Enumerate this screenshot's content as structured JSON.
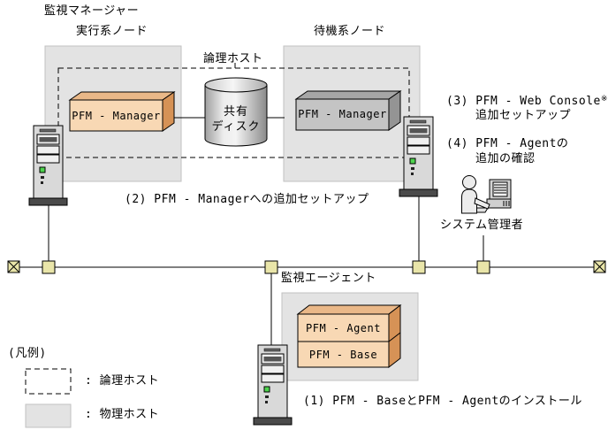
{
  "diagram": {
    "title": "監視マネージャー",
    "nodes": {
      "active_label": "実行系ノード",
      "standby_label": "待機系ノード",
      "logical_host_label": "論理ホスト",
      "monitoring_agent_label": "監視エージェント",
      "system_admin_label": "システム管理者"
    },
    "components": {
      "manager_active": "PFM - Manager",
      "manager_standby": "PFM - Manager",
      "shared_disk_line1": "共有",
      "shared_disk_line2": "ディスク",
      "agent": "PFM - Agent",
      "base": "PFM - Base"
    },
    "steps": {
      "step1": "(1) PFM - BaseとPFM - Agentのインストール",
      "step2": "(2) PFM - Managerへの追加セットアップ",
      "step3_line1": "(3) PFM - Web Console",
      "step3_sup": "※",
      "step3_line2": "追加セットアップ",
      "step4_line1": "(4) PFM - Agentの",
      "step4_line2": "追加の確認"
    },
    "legend": {
      "title": "(凡例)",
      "logical": ": 論理ホスト",
      "physical": ": 物理ホスト"
    },
    "colors": {
      "physical_host_fill": "#e3e3e3",
      "physical_host_border": "#c2c2c2",
      "orange_front": "#f8d8b4",
      "orange_top": "#eab888",
      "orange_side": "#d69256",
      "gray_front": "#c4c4c4",
      "gray_top": "#a6a6a6",
      "gray_side": "#949494",
      "connector_fill": "#e9e5a9",
      "tower_body": "#d9d9d9",
      "tower_base": "#4a4a4a",
      "led_green": "#4ed34e"
    }
  }
}
